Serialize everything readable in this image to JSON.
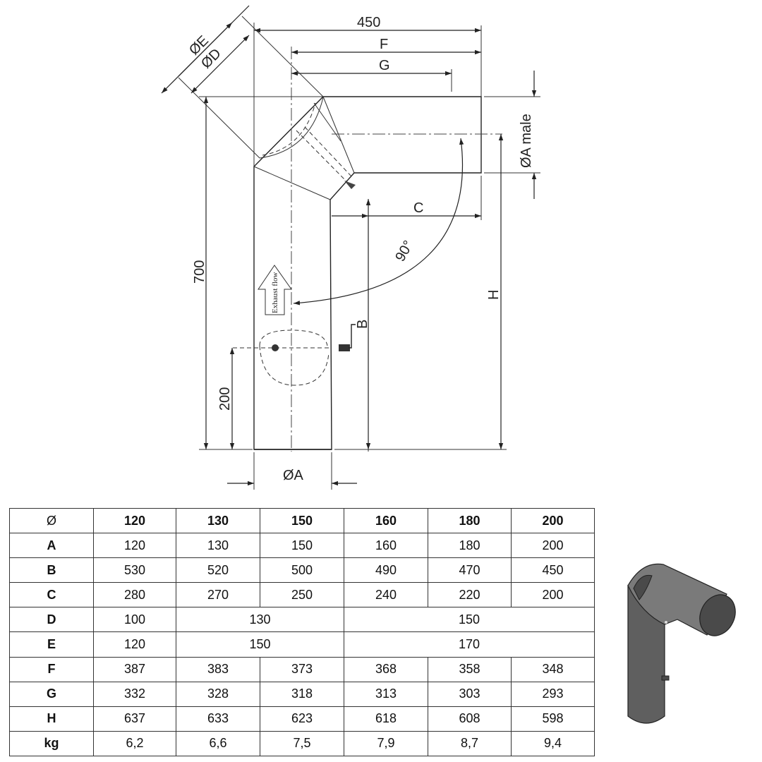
{
  "drawing": {
    "labels": {
      "overall_width": "450",
      "f": "F",
      "g": "G",
      "e": "ØE",
      "d": "ØD",
      "a_male": "ØA male",
      "c": "C",
      "angle": "90°",
      "height_total": "700",
      "h": "H",
      "b": "B",
      "door_height": "200",
      "a": "ØA",
      "flow": "Exhaust flow"
    }
  },
  "table": {
    "header": [
      "Ø",
      "120",
      "130",
      "150",
      "160",
      "180",
      "200"
    ],
    "rows": [
      {
        "label": "A",
        "cells": [
          {
            "v": "120",
            "span": 1
          },
          {
            "v": "130",
            "span": 1
          },
          {
            "v": "150",
            "span": 1
          },
          {
            "v": "160",
            "span": 1
          },
          {
            "v": "180",
            "span": 1
          },
          {
            "v": "200",
            "span": 1
          }
        ]
      },
      {
        "label": "B",
        "cells": [
          {
            "v": "530",
            "span": 1
          },
          {
            "v": "520",
            "span": 1
          },
          {
            "v": "500",
            "span": 1
          },
          {
            "v": "490",
            "span": 1
          },
          {
            "v": "470",
            "span": 1
          },
          {
            "v": "450",
            "span": 1
          }
        ]
      },
      {
        "label": "C",
        "cells": [
          {
            "v": "280",
            "span": 1
          },
          {
            "v": "270",
            "span": 1
          },
          {
            "v": "250",
            "span": 1
          },
          {
            "v": "240",
            "span": 1
          },
          {
            "v": "220",
            "span": 1
          },
          {
            "v": "200",
            "span": 1
          }
        ]
      },
      {
        "label": "D",
        "cells": [
          {
            "v": "100",
            "span": 1
          },
          {
            "v": "130",
            "span": 2
          },
          {
            "v": "150",
            "span": 3
          }
        ]
      },
      {
        "label": "E",
        "cells": [
          {
            "v": "120",
            "span": 1
          },
          {
            "v": "150",
            "span": 2
          },
          {
            "v": "170",
            "span": 3
          }
        ]
      },
      {
        "label": "F",
        "cells": [
          {
            "v": "387",
            "span": 1
          },
          {
            "v": "383",
            "span": 1
          },
          {
            "v": "373",
            "span": 1
          },
          {
            "v": "368",
            "span": 1
          },
          {
            "v": "358",
            "span": 1
          },
          {
            "v": "348",
            "span": 1
          }
        ]
      },
      {
        "label": "G",
        "cells": [
          {
            "v": "332",
            "span": 1
          },
          {
            "v": "328",
            "span": 1
          },
          {
            "v": "318",
            "span": 1
          },
          {
            "v": "313",
            "span": 1
          },
          {
            "v": "303",
            "span": 1
          },
          {
            "v": "293",
            "span": 1
          }
        ]
      },
      {
        "label": "H",
        "cells": [
          {
            "v": "637",
            "span": 1
          },
          {
            "v": "633",
            "span": 1
          },
          {
            "v": "623",
            "span": 1
          },
          {
            "v": "618",
            "span": 1
          },
          {
            "v": "608",
            "span": 1
          },
          {
            "v": "598",
            "span": 1
          }
        ]
      },
      {
        "label": "kg",
        "cells": [
          {
            "v": "6,2",
            "span": 1
          },
          {
            "v": "6,6",
            "span": 1
          },
          {
            "v": "7,5",
            "span": 1
          },
          {
            "v": "7,9",
            "span": 1
          },
          {
            "v": "8,7",
            "span": 1
          },
          {
            "v": "9,4",
            "span": 1
          }
        ]
      }
    ]
  },
  "render": {
    "pipe_color": "#5f5f5f",
    "pipe_dark": "#4a4a4a",
    "pipe_light": "#7a7a7a"
  }
}
